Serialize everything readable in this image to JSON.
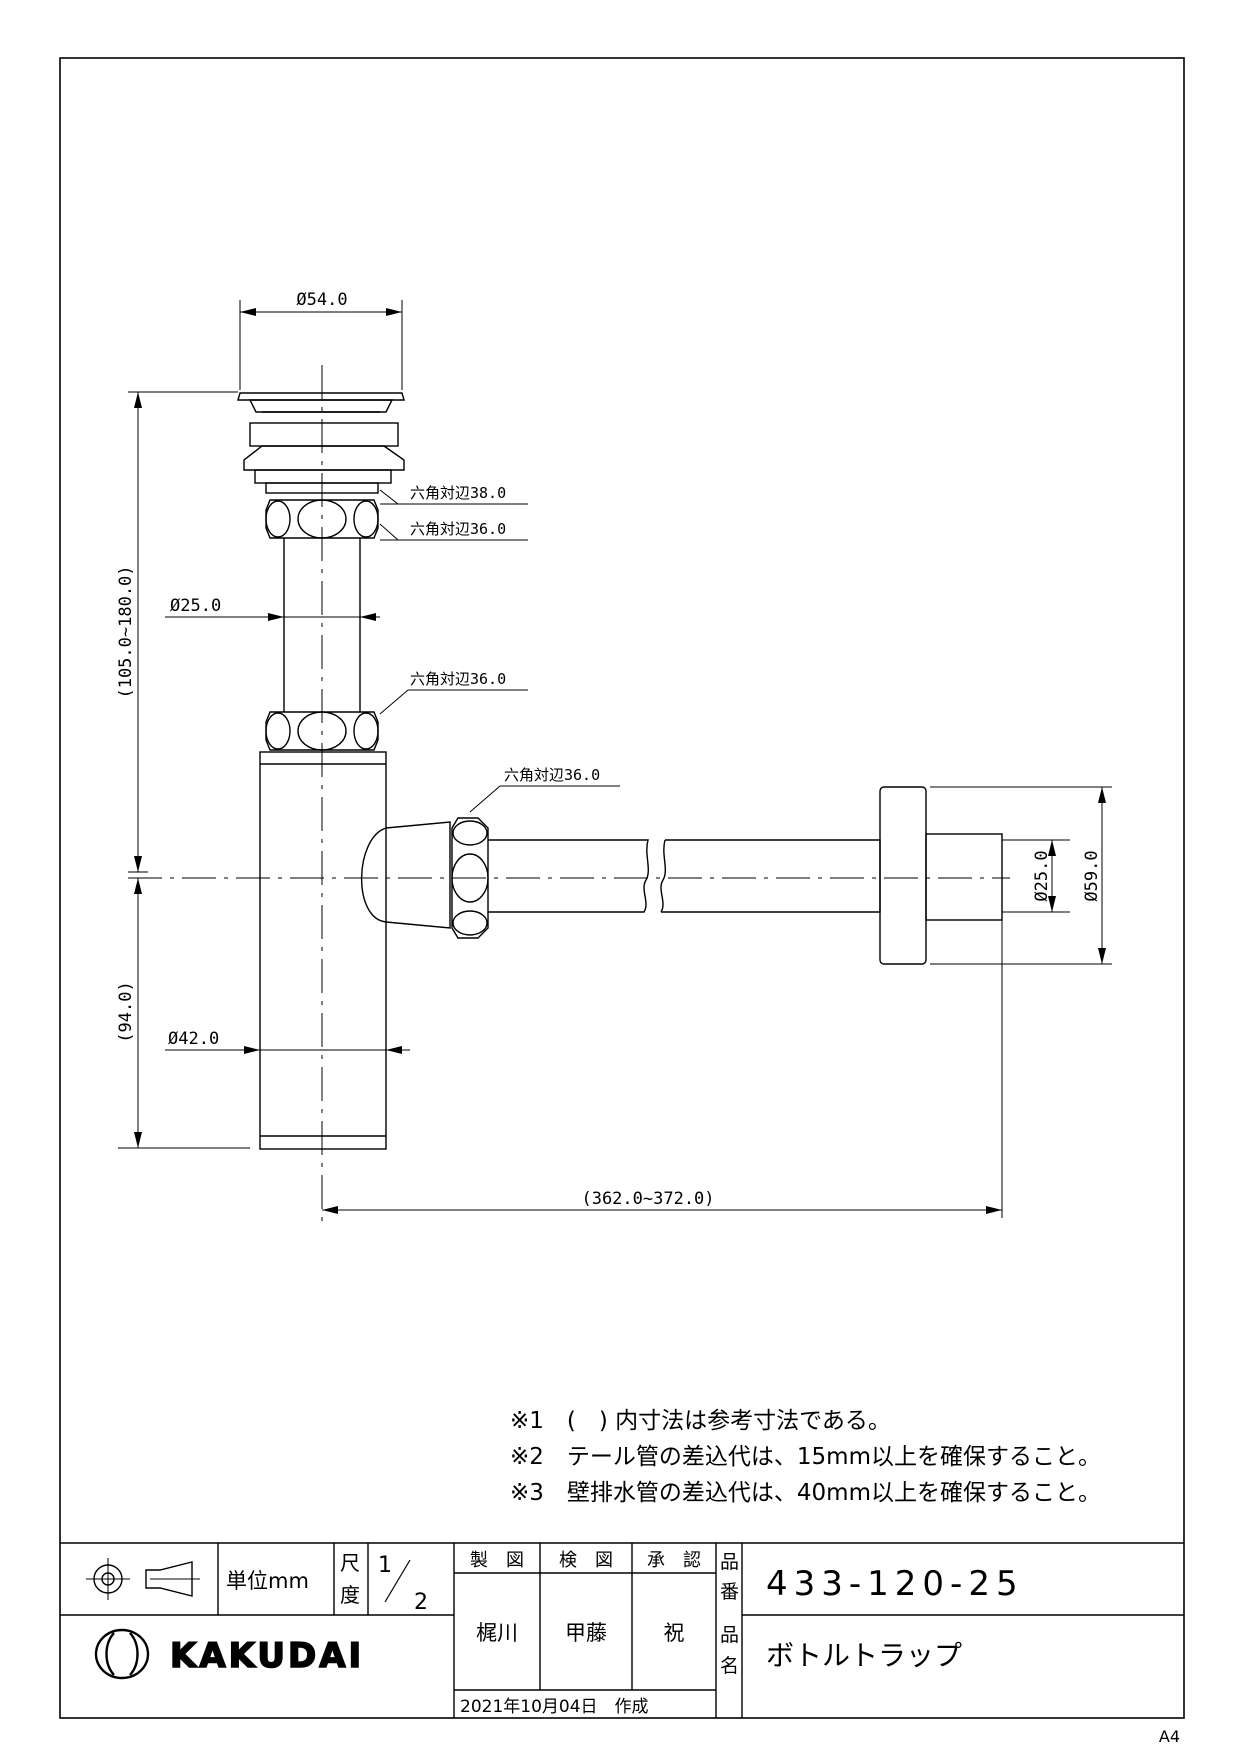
{
  "dimensions": {
    "top_diameter": "Ø54.0",
    "hex1": "六角対辺38.0",
    "hex2": "六角対辺36.0",
    "hex3": "六角対辺36.0",
    "hex4": "六角対辺36.0",
    "pipe_diameter": "Ø25.0",
    "body_diameter": "Ø42.0",
    "height_upper": "(105.0~180.0)",
    "height_lower": "(94.0)",
    "horizontal_length": "(362.0~372.0)",
    "outlet_pipe_diameter": "Ø25.0",
    "flange_diameter": "Ø59.0"
  },
  "notes": [
    "※1　(　) 内寸法は参考寸法である。",
    "※2　テール管の差込代は、15mm以上を確保すること。",
    "※3　壁排水管の差込代は、40mm以上を確保すること。"
  ],
  "title_block": {
    "unit": "単位mm",
    "scale_label_1": "尺",
    "scale_label_2": "度",
    "scale_num": "1",
    "scale_den": "2",
    "drawn_label": "製　図",
    "checked_label": "検　図",
    "approved_label": "承　認",
    "drawn_by": "梶川",
    "checked_by": "甲藤",
    "approved_by": "祝",
    "date": "2021年10月04日　作成",
    "part_no_label_1": "品",
    "part_no_label_2": "番",
    "part_no": "433-120-25",
    "part_name_label_1": "品",
    "part_name_label_2": "名",
    "part_name": "ボトルトラップ",
    "brand": "KAKUDAI"
  },
  "paper_size": "A4"
}
